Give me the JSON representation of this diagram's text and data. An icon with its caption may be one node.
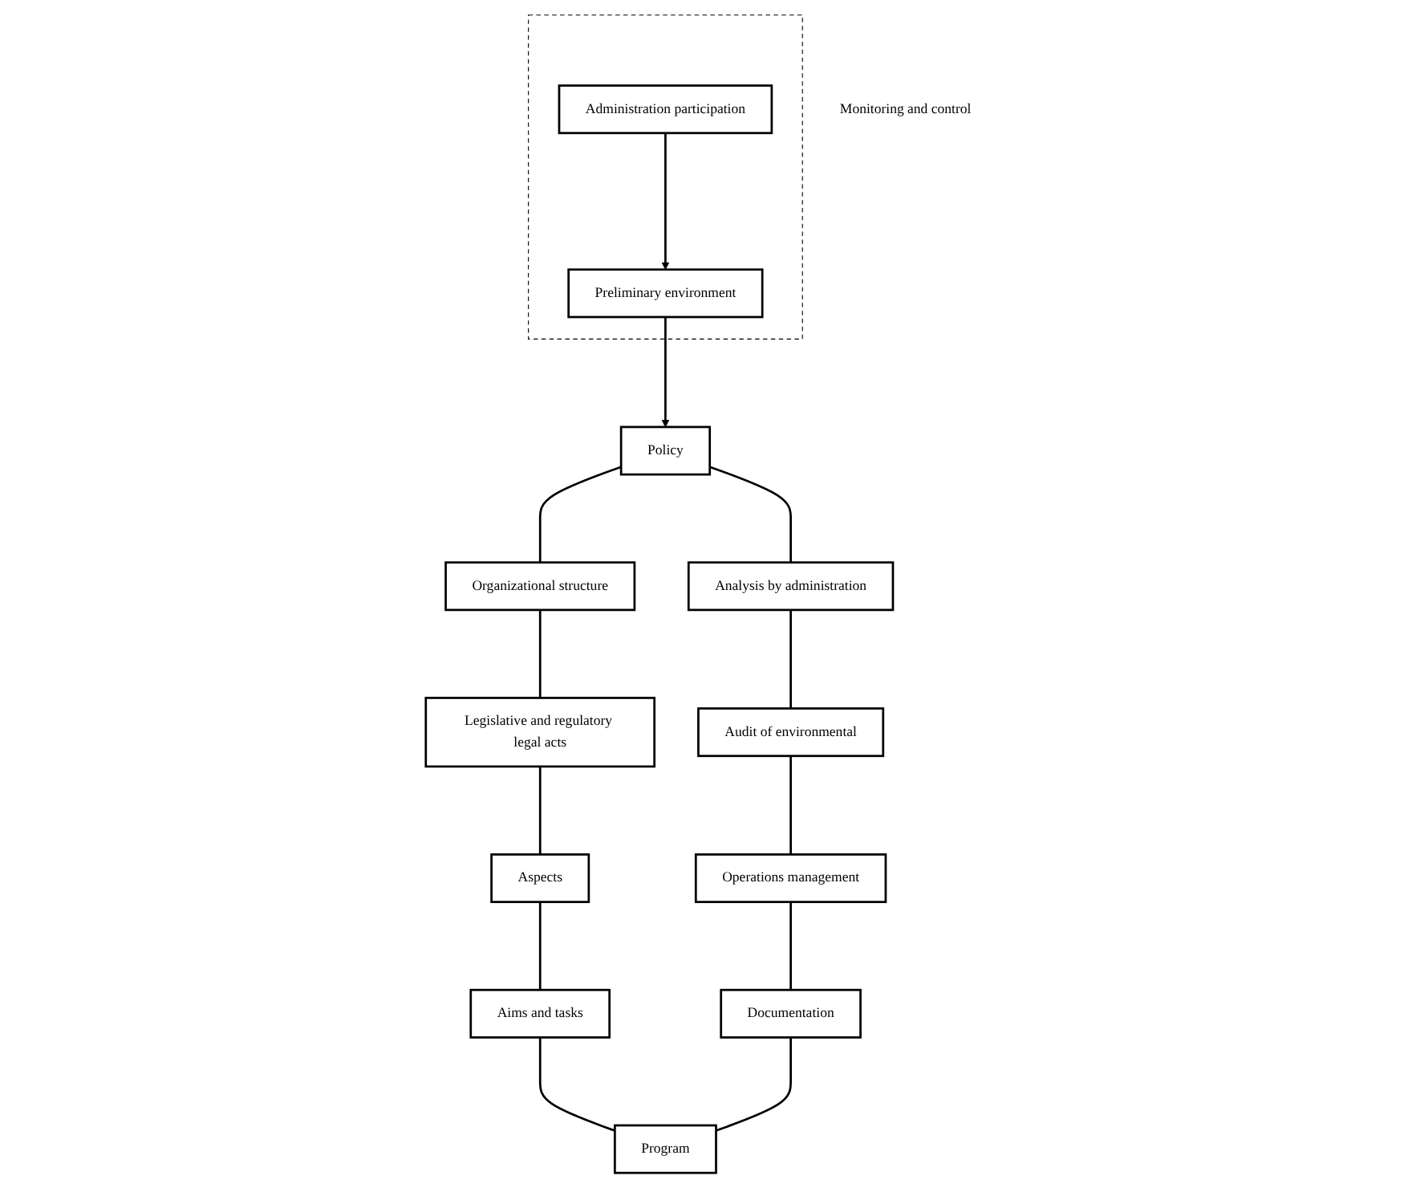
{
  "diagram": {
    "nodes": [
      {
        "text": [],
        "shape": "box"
      },
      {
        "text": [
          "Administration participation"
        ],
        "in": 0
      },
      {
        "text": [
          "Preliminary environment"
        ],
        "in": 0
      },
      {
        "text": [
          "Policy"
        ]
      },
      {
        "text": [
          "Organizational structure"
        ]
      },
      {
        "text": [
          "Analysis by administration"
        ]
      },
      {
        "text": [
          "Audit of environmental"
        ]
      },
      {
        "text": [
          "Legislative and regulatory legal acts"
        ]
      },
      {
        "text": [
          "Monitoring and control"
        ]
      },
      {
        "text": [
          "Operations management"
        ]
      },
      {
        "text": [
          "Aspects"
        ]
      },
      {
        "text": [
          "Documentation"
        ]
      },
      {
        "text": [
          "Aims and tasks"
        ]
      },
      {
        "text": [
          "Program"
        ]
      }
    ],
    "edges": [
      {
        "from": 1,
        "to": 2,
        "arrow": "to"
      },
      {
        "from": 2,
        "to": 3,
        "arrow": "to"
      },
      {
        "from": 3,
        "to": 4,
        "arrow": "none"
      },
      {
        "from": 4,
        "to": 7,
        "arrow": "none"
      },
      {
        "from": 7,
        "to": 10,
        "arrow": "none"
      },
      {
        "from": 10,
        "to": 12,
        "arrow": "none"
      },
      {
        "from": 12,
        "to": 13,
        "arrow": "none"
      },
      {
        "from": 13,
        "to": 11,
        "arrow": "none"
      },
      {
        "from": 11,
        "to": 9,
        "arrow": "none"
      },
      {
        "from": 9,
        "to": 6,
        "arrow": "none"
      },
      {
        "from": 6,
        "to": 5,
        "arrow": "none"
      },
      {
        "from": 5,
        "to": 3,
        "arrow": "none"
      }
    ]
  }
}
